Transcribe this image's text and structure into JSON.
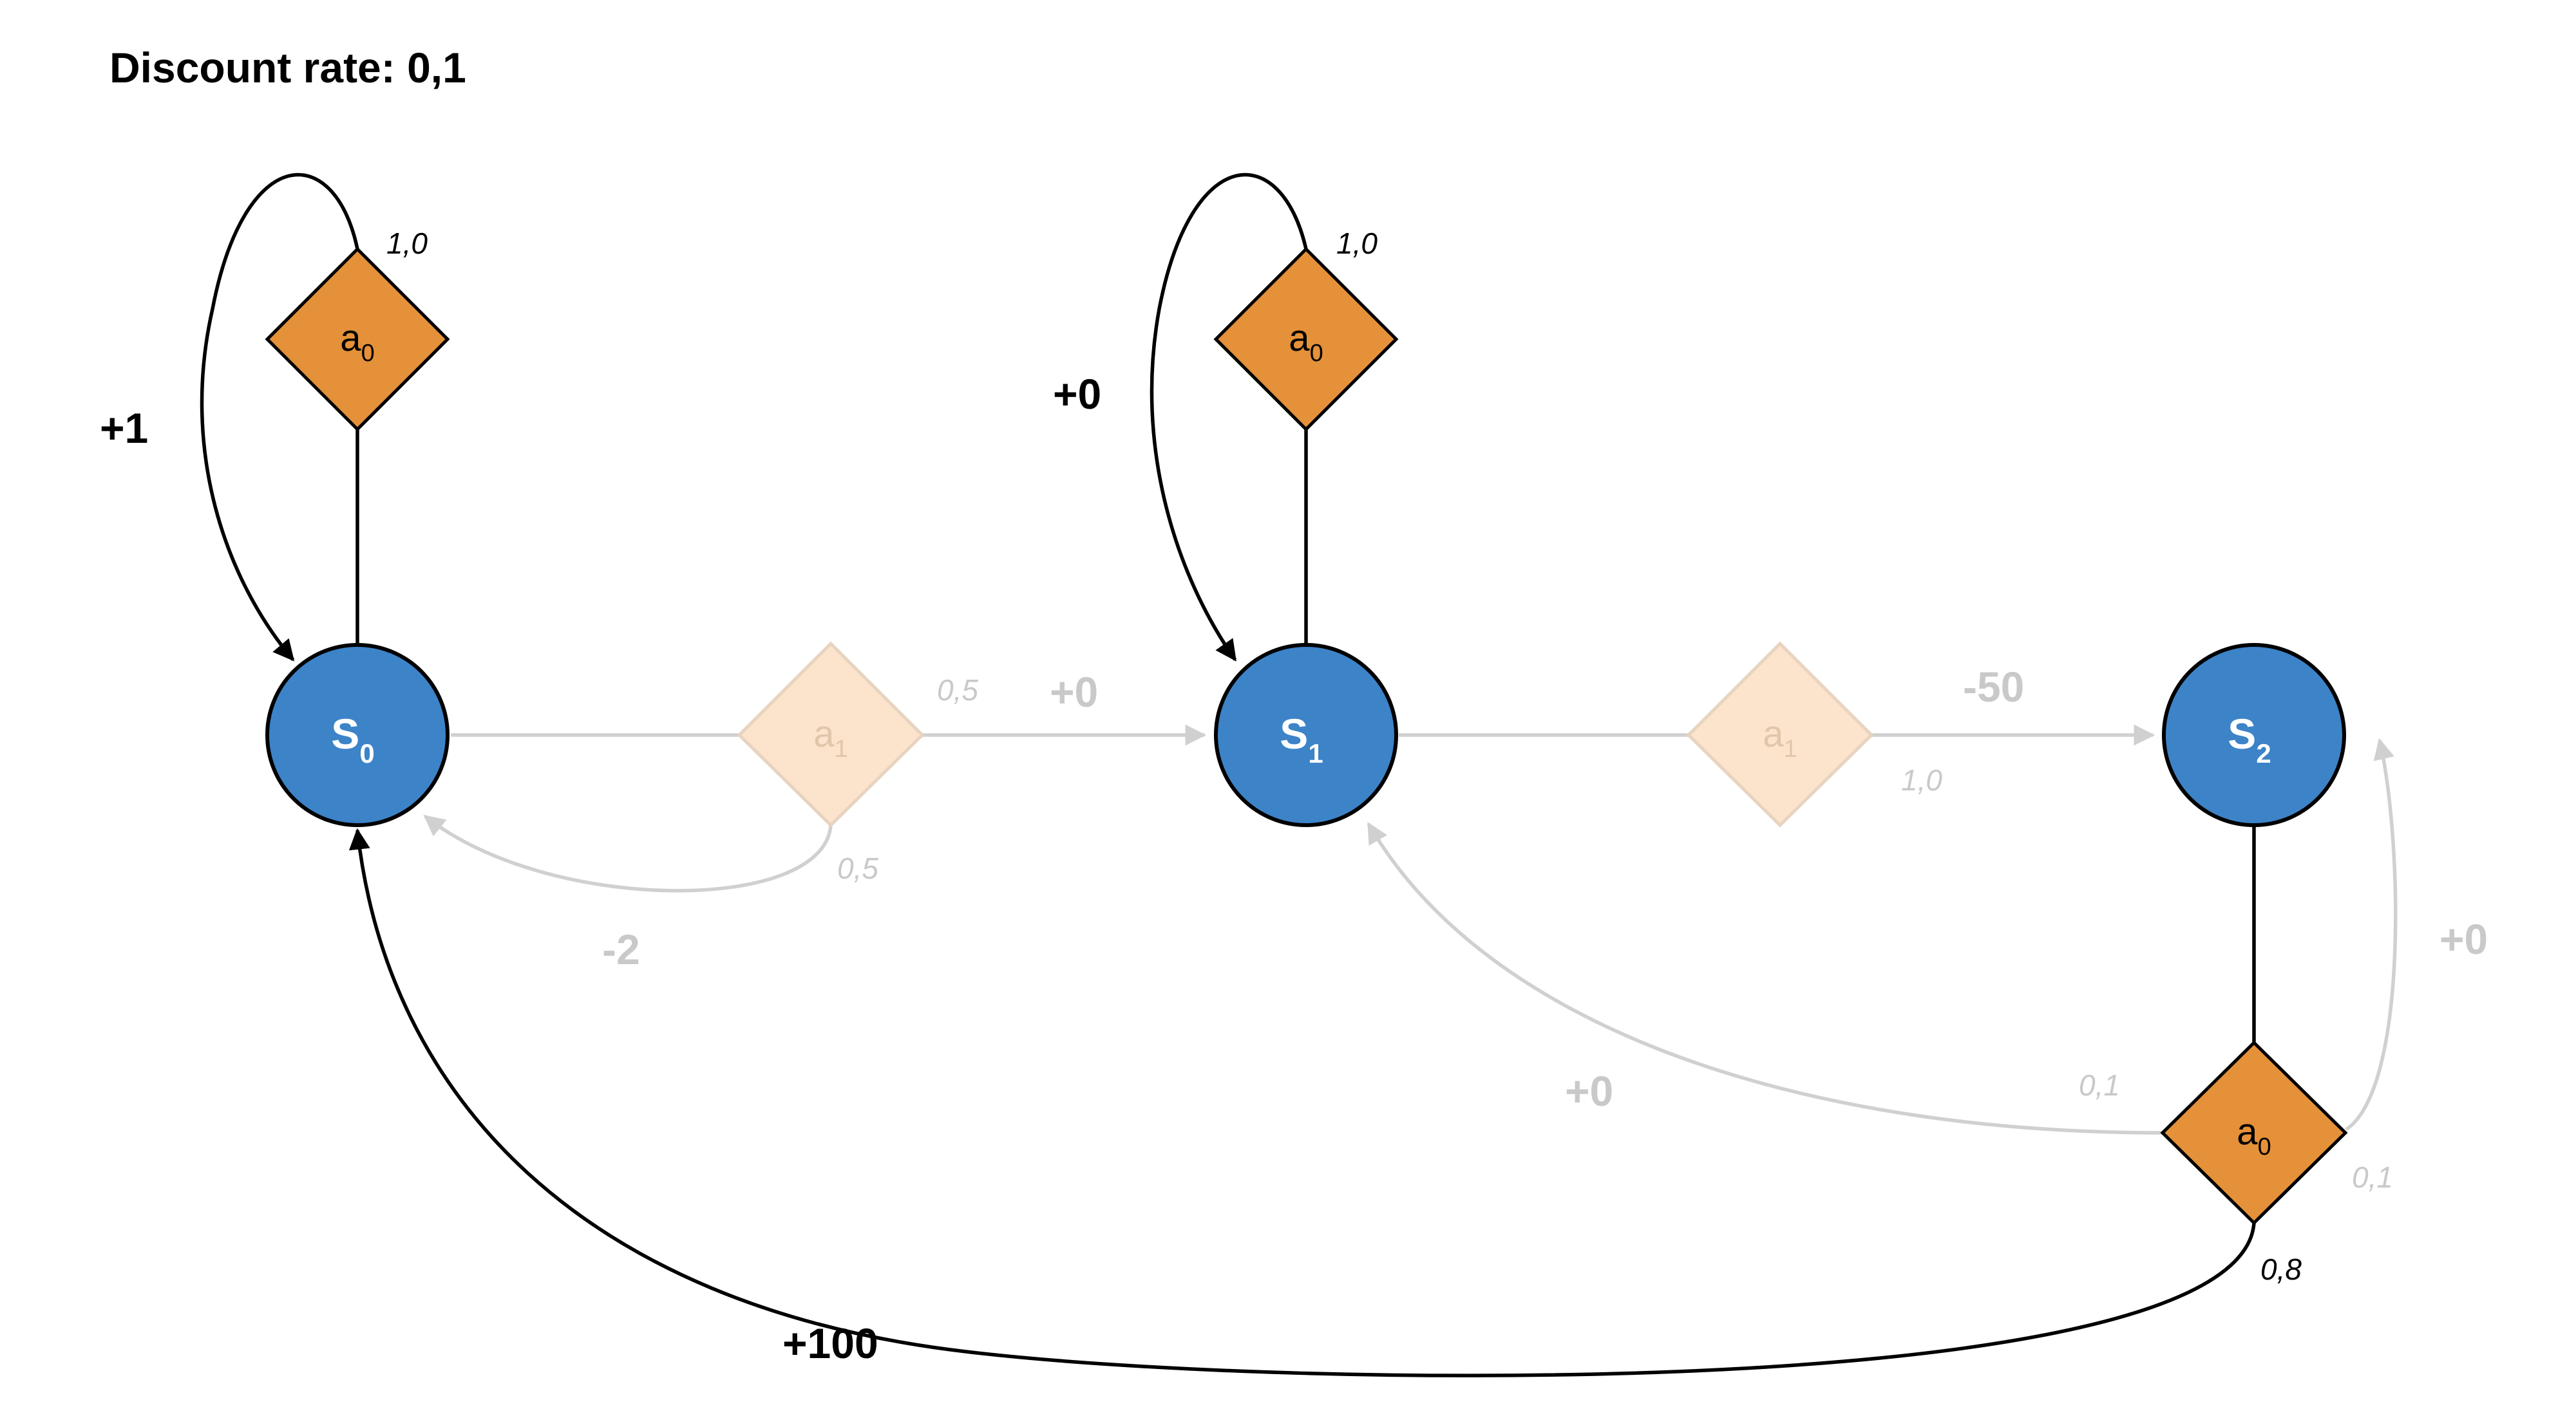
{
  "title": "Discount rate: 0,1",
  "states": {
    "s0": {
      "letter": "S",
      "index": "0"
    },
    "s1": {
      "letter": "S",
      "index": "1"
    },
    "s2": {
      "letter": "S",
      "index": "2"
    }
  },
  "actions": {
    "s0_a0": {
      "letter": "a",
      "index": "0",
      "highlighted": true
    },
    "s0_a1": {
      "letter": "a",
      "index": "1",
      "highlighted": false
    },
    "s1_a0": {
      "letter": "a",
      "index": "0",
      "highlighted": true
    },
    "s1_a1": {
      "letter": "a",
      "index": "1",
      "highlighted": false
    },
    "s2_a0": {
      "letter": "a",
      "index": "0",
      "highlighted": true
    }
  },
  "transitions": [
    {
      "id": "s0_a0_to_s0",
      "probability": "1,0",
      "reward": "+1",
      "highlighted": true
    },
    {
      "id": "s0_a1_to_s1",
      "probability": "0,5",
      "reward": "+0",
      "highlighted": false
    },
    {
      "id": "s0_a1_to_s0",
      "probability": "0,5",
      "reward": "-2",
      "highlighted": false
    },
    {
      "id": "s1_a0_to_s1",
      "probability": "1,0",
      "reward": "+0",
      "highlighted": true
    },
    {
      "id": "s1_a1_to_s2",
      "probability": "1,0",
      "reward": "-50",
      "highlighted": false
    },
    {
      "id": "s2_a0_to_s2",
      "probability": "0,1",
      "reward": "+0",
      "highlighted": false
    },
    {
      "id": "s2_a0_to_s1",
      "probability": "0,1",
      "reward": "+0",
      "highlighted": false
    },
    {
      "id": "s2_a0_to_s0",
      "probability": "0,8",
      "reward": "+100",
      "highlighted": true
    }
  ],
  "colors": {
    "state_fill": "#3d83c8",
    "action_fill": "#e59139",
    "action_faded_fill": "#fce4cc",
    "faded_stroke": "#d0d0d0",
    "faded_text": "#c9c9c9"
  }
}
